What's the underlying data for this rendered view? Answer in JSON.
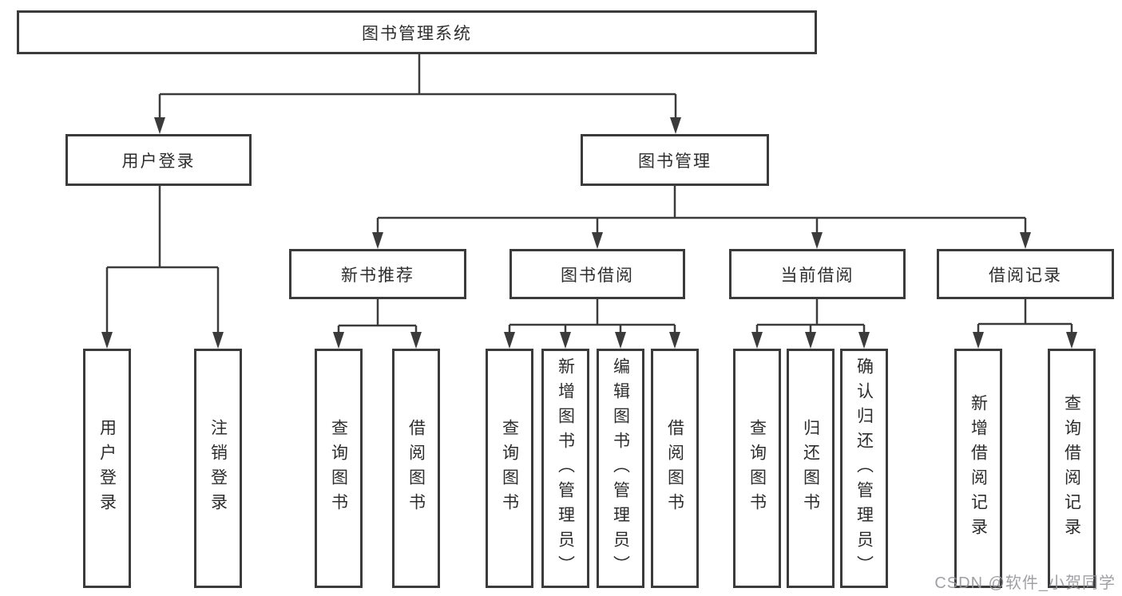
{
  "colors": {
    "line": "#3b3b3b",
    "text": "#2d2d2d",
    "box_background": "#ffffff",
    "watermark": "#969699"
  },
  "diagram": {
    "type": "tree",
    "root": {
      "label": "图书管理系统"
    },
    "level2": [
      {
        "label": "用户登录",
        "children": [
          {
            "label": "用户登录"
          },
          {
            "label": "注销登录"
          }
        ]
      },
      {
        "label": "图书管理",
        "children": [
          {
            "label": "新书推荐",
            "children": [
              {
                "label": "查询图书"
              },
              {
                "label": "借阅图书"
              }
            ]
          },
          {
            "label": "图书借阅",
            "children": [
              {
                "label": "查询图书"
              },
              {
                "label": "新增图书（管理员）"
              },
              {
                "label": "编辑图书（管理员）"
              },
              {
                "label": "借阅图书"
              }
            ]
          },
          {
            "label": "当前借阅",
            "children": [
              {
                "label": "查询图书"
              },
              {
                "label": "归还图书"
              },
              {
                "label": "确认归还（管理员）"
              }
            ]
          },
          {
            "label": "借阅记录",
            "children": [
              {
                "label": "新增借阅记录"
              },
              {
                "label": "查询借阅记录"
              }
            ]
          }
        ]
      }
    ]
  },
  "watermark": {
    "text": "CSDN @软件_小贺同学"
  }
}
